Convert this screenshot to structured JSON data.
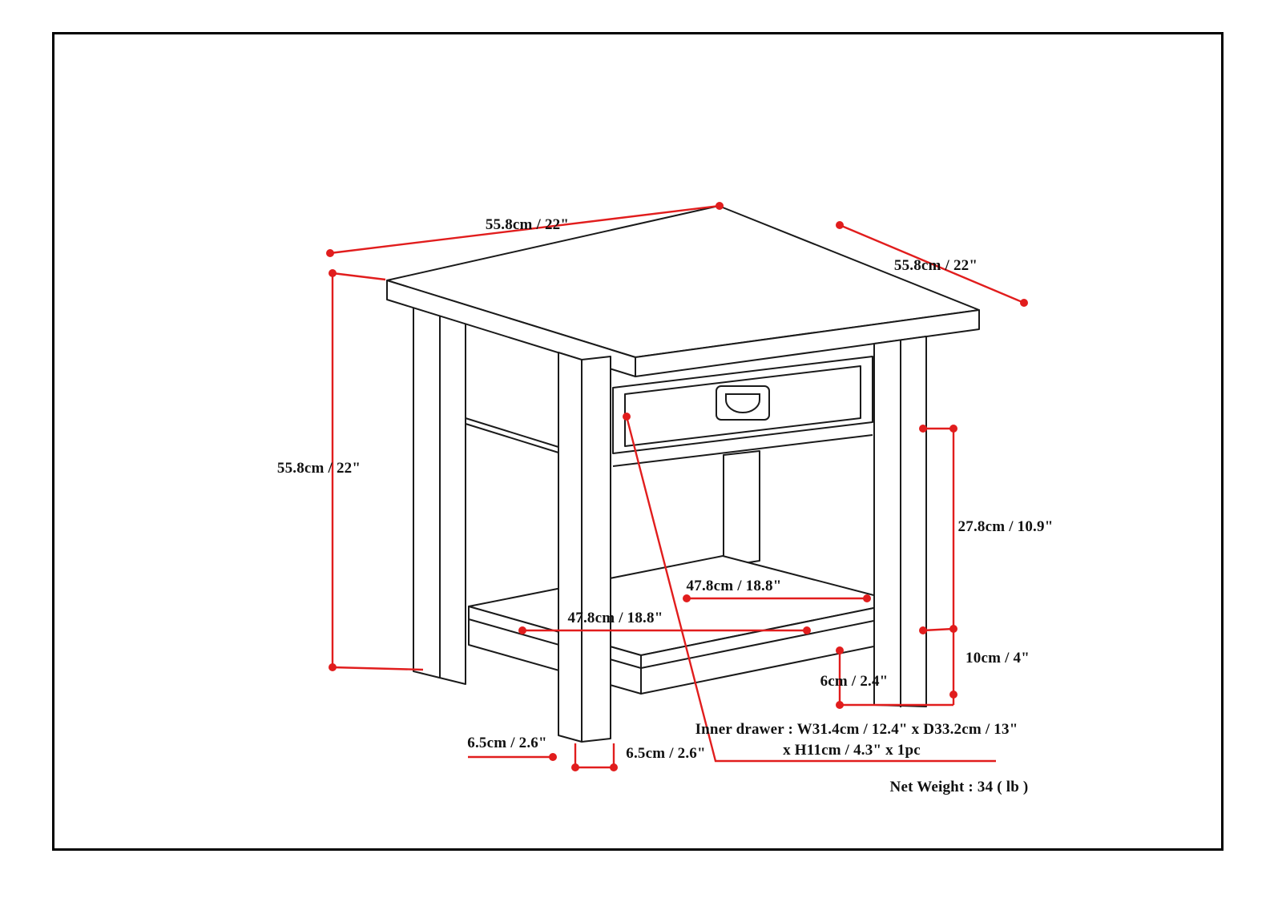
{
  "diagram": {
    "colors": {
      "dimension": "#e11d1d",
      "line": "#1a1a1a"
    },
    "labels": {
      "top_width": "55.8cm / 22\"",
      "top_depth": "55.8cm / 22\"",
      "height": "55.8cm / 22\"",
      "drawer_to_shelf": "27.8cm / 10.9\"",
      "shelf_width_upper": "47.8cm / 18.8\"",
      "shelf_width_lower": "47.8cm / 18.8\"",
      "shelf_bottom_height": "10cm / 4\"",
      "rail_thickness": "6cm / 2.4\"",
      "leg_thickness_side": "6.5cm / 2.6\"",
      "leg_thickness_front": "6.5cm / 2.6\"",
      "inner_drawer_line1": "Inner drawer : W31.4cm / 12.4\" x D33.2cm / 13\"",
      "inner_drawer_line2": "x H11cm / 4.3\" x 1pc",
      "net_weight": "Net Weight : 34 ( lb )"
    }
  }
}
